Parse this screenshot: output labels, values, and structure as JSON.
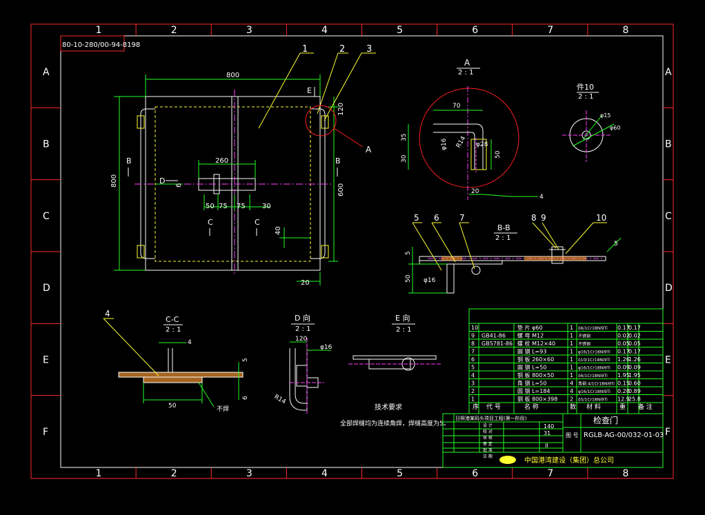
{
  "drawing": {
    "code_stamp": "80-10-280/00-94-8198",
    "columns": [
      "1",
      "2",
      "3",
      "4",
      "5",
      "6",
      "7",
      "8"
    ],
    "rows": [
      "A",
      "B",
      "C",
      "D",
      "E",
      "F"
    ],
    "colors": {
      "frame": "#ff2a2a",
      "white": "#ffffff",
      "green": "#24ff24",
      "cyan": "#24ffff",
      "yellow": "#ffff30",
      "magenta": "#ff40ff",
      "gray": "#b0b0b0",
      "red": "#ff2020",
      "orange": "#ff9933"
    }
  },
  "main_view": {
    "dims": {
      "width": "800",
      "height": "800",
      "inner": "600",
      "top": "120",
      "hole_span": "260",
      "d1": "50",
      "d2": "75",
      "d3": "75",
      "d4": "30",
      "d5": "40",
      "d6": "20",
      "small": "6"
    },
    "section_marks": {
      "b": "B",
      "c": "C",
      "d": "D",
      "e": "E"
    },
    "leaders": [
      "1",
      "2",
      "3"
    ],
    "detail_ref": "A"
  },
  "view_a": {
    "title": "A",
    "scale": "2 : 1",
    "dims": {
      "w": "70",
      "r": "R14",
      "phi28": "φ28",
      "phi16": "φ16",
      "h35": "35",
      "h30": "30",
      "h50": "50",
      "b20": "20",
      "weld": "4"
    }
  },
  "part10_view": {
    "title": "件10",
    "scale": "2 : 1",
    "phi15": "φ15",
    "phi60": "φ60"
  },
  "view_bb": {
    "title": "B-B",
    "scale": "2 : 1",
    "leaders": [
      "5",
      "6",
      "7",
      "8",
      "9",
      "10"
    ],
    "dims": {
      "h5": "5",
      "h50": "50",
      "phi16": "φ16"
    }
  },
  "view_cc": {
    "title": "C-C",
    "scale": "2 : 1",
    "leader": "4",
    "dims": {
      "t4": "4",
      "w50": "50",
      "h5": "5",
      "h6": "6"
    },
    "note": "不焊"
  },
  "view_d": {
    "title": "D 向",
    "scale": "2 : 1",
    "dims": {
      "w120": "120",
      "phi16": "φ16",
      "r14": "R14"
    }
  },
  "view_e": {
    "title": "E 向",
    "scale": "2 : 1"
  },
  "tech_req": {
    "title": "技术要求",
    "text": "全部焊缝均为连续角焊，焊缝高度为5。"
  },
  "bom": {
    "rows": [
      {
        "no": "10",
        "code": "",
        "name": "垫 片 φ60",
        "qty": "1",
        "mat": "δ6/1Cr18Ni9Ti",
        "unit": "0.17",
        "total": "0.17"
      },
      {
        "no": "9",
        "code": "GB41-86",
        "name": "螺 母 M12",
        "qty": "1",
        "mat": "不锈钢",
        "unit": "0.02",
        "total": "0.02"
      },
      {
        "no": "8",
        "code": "GB5781-86",
        "name": "螺 栓 M12×40",
        "qty": "1",
        "mat": "不锈钢",
        "unit": "0.05",
        "total": "0.05"
      },
      {
        "no": "7",
        "code": "",
        "name": "圆 钢 L=93",
        "qty": "1",
        "mat": "φ16/1Cr18Ni9Ti",
        "unit": "0.17",
        "total": "0.17"
      },
      {
        "no": "6",
        "code": "",
        "name": "钢 板 260×60",
        "qty": "1",
        "mat": "δ10/1Cr18Ni9Ti",
        "unit": "1.26",
        "total": "1.26"
      },
      {
        "no": "5",
        "code": "",
        "name": "圆 钢 L=50",
        "qty": "1",
        "mat": "φ16/1Cr18Ni9Ti",
        "unit": "0.09",
        "total": "0.09"
      },
      {
        "no": "4",
        "code": "",
        "name": "钢 板 800×50",
        "qty": "1",
        "mat": "δ6/1Cr18Ni9Ti",
        "unit": "1.95",
        "total": "1.95"
      },
      {
        "no": "3",
        "code": "",
        "name": "角 钢 L=50",
        "qty": "4",
        "mat": "角钢 4/1Cr18Ni9Ti",
        "unit": "0.15",
        "total": "0.60"
      },
      {
        "no": "2",
        "code": "",
        "name": "圆 钢 L=184",
        "qty": "4",
        "mat": "φ16/1Cr18Ni9Ti",
        "unit": "0.28",
        "total": "0.89"
      },
      {
        "no": "1",
        "code": "",
        "name": "钢 板 800×398",
        "qty": "2",
        "mat": "δ5/1Cr18Ni9Ti",
        "unit": "12.9",
        "total": "25.8"
      }
    ],
    "header": {
      "no": "序",
      "code": "代 号",
      "name": "名 称",
      "qty": "数",
      "mat": "材 料",
      "weight": "重",
      "note": "备 注"
    }
  },
  "title_block": {
    "project": "日照港某码头项目工程(第一阶段)",
    "part_name": "检查门",
    "drawing_no_label": "图 号",
    "drawing_no": "RGLB-AG-00/032-01-03",
    "weight": "140",
    "scale": "31",
    "sheet": "II",
    "company": "中国港湾建设（集团）总公司",
    "rows": [
      "设 计",
      "校 对",
      "审 核",
      "审 定",
      "批 准",
      "日 期"
    ]
  }
}
